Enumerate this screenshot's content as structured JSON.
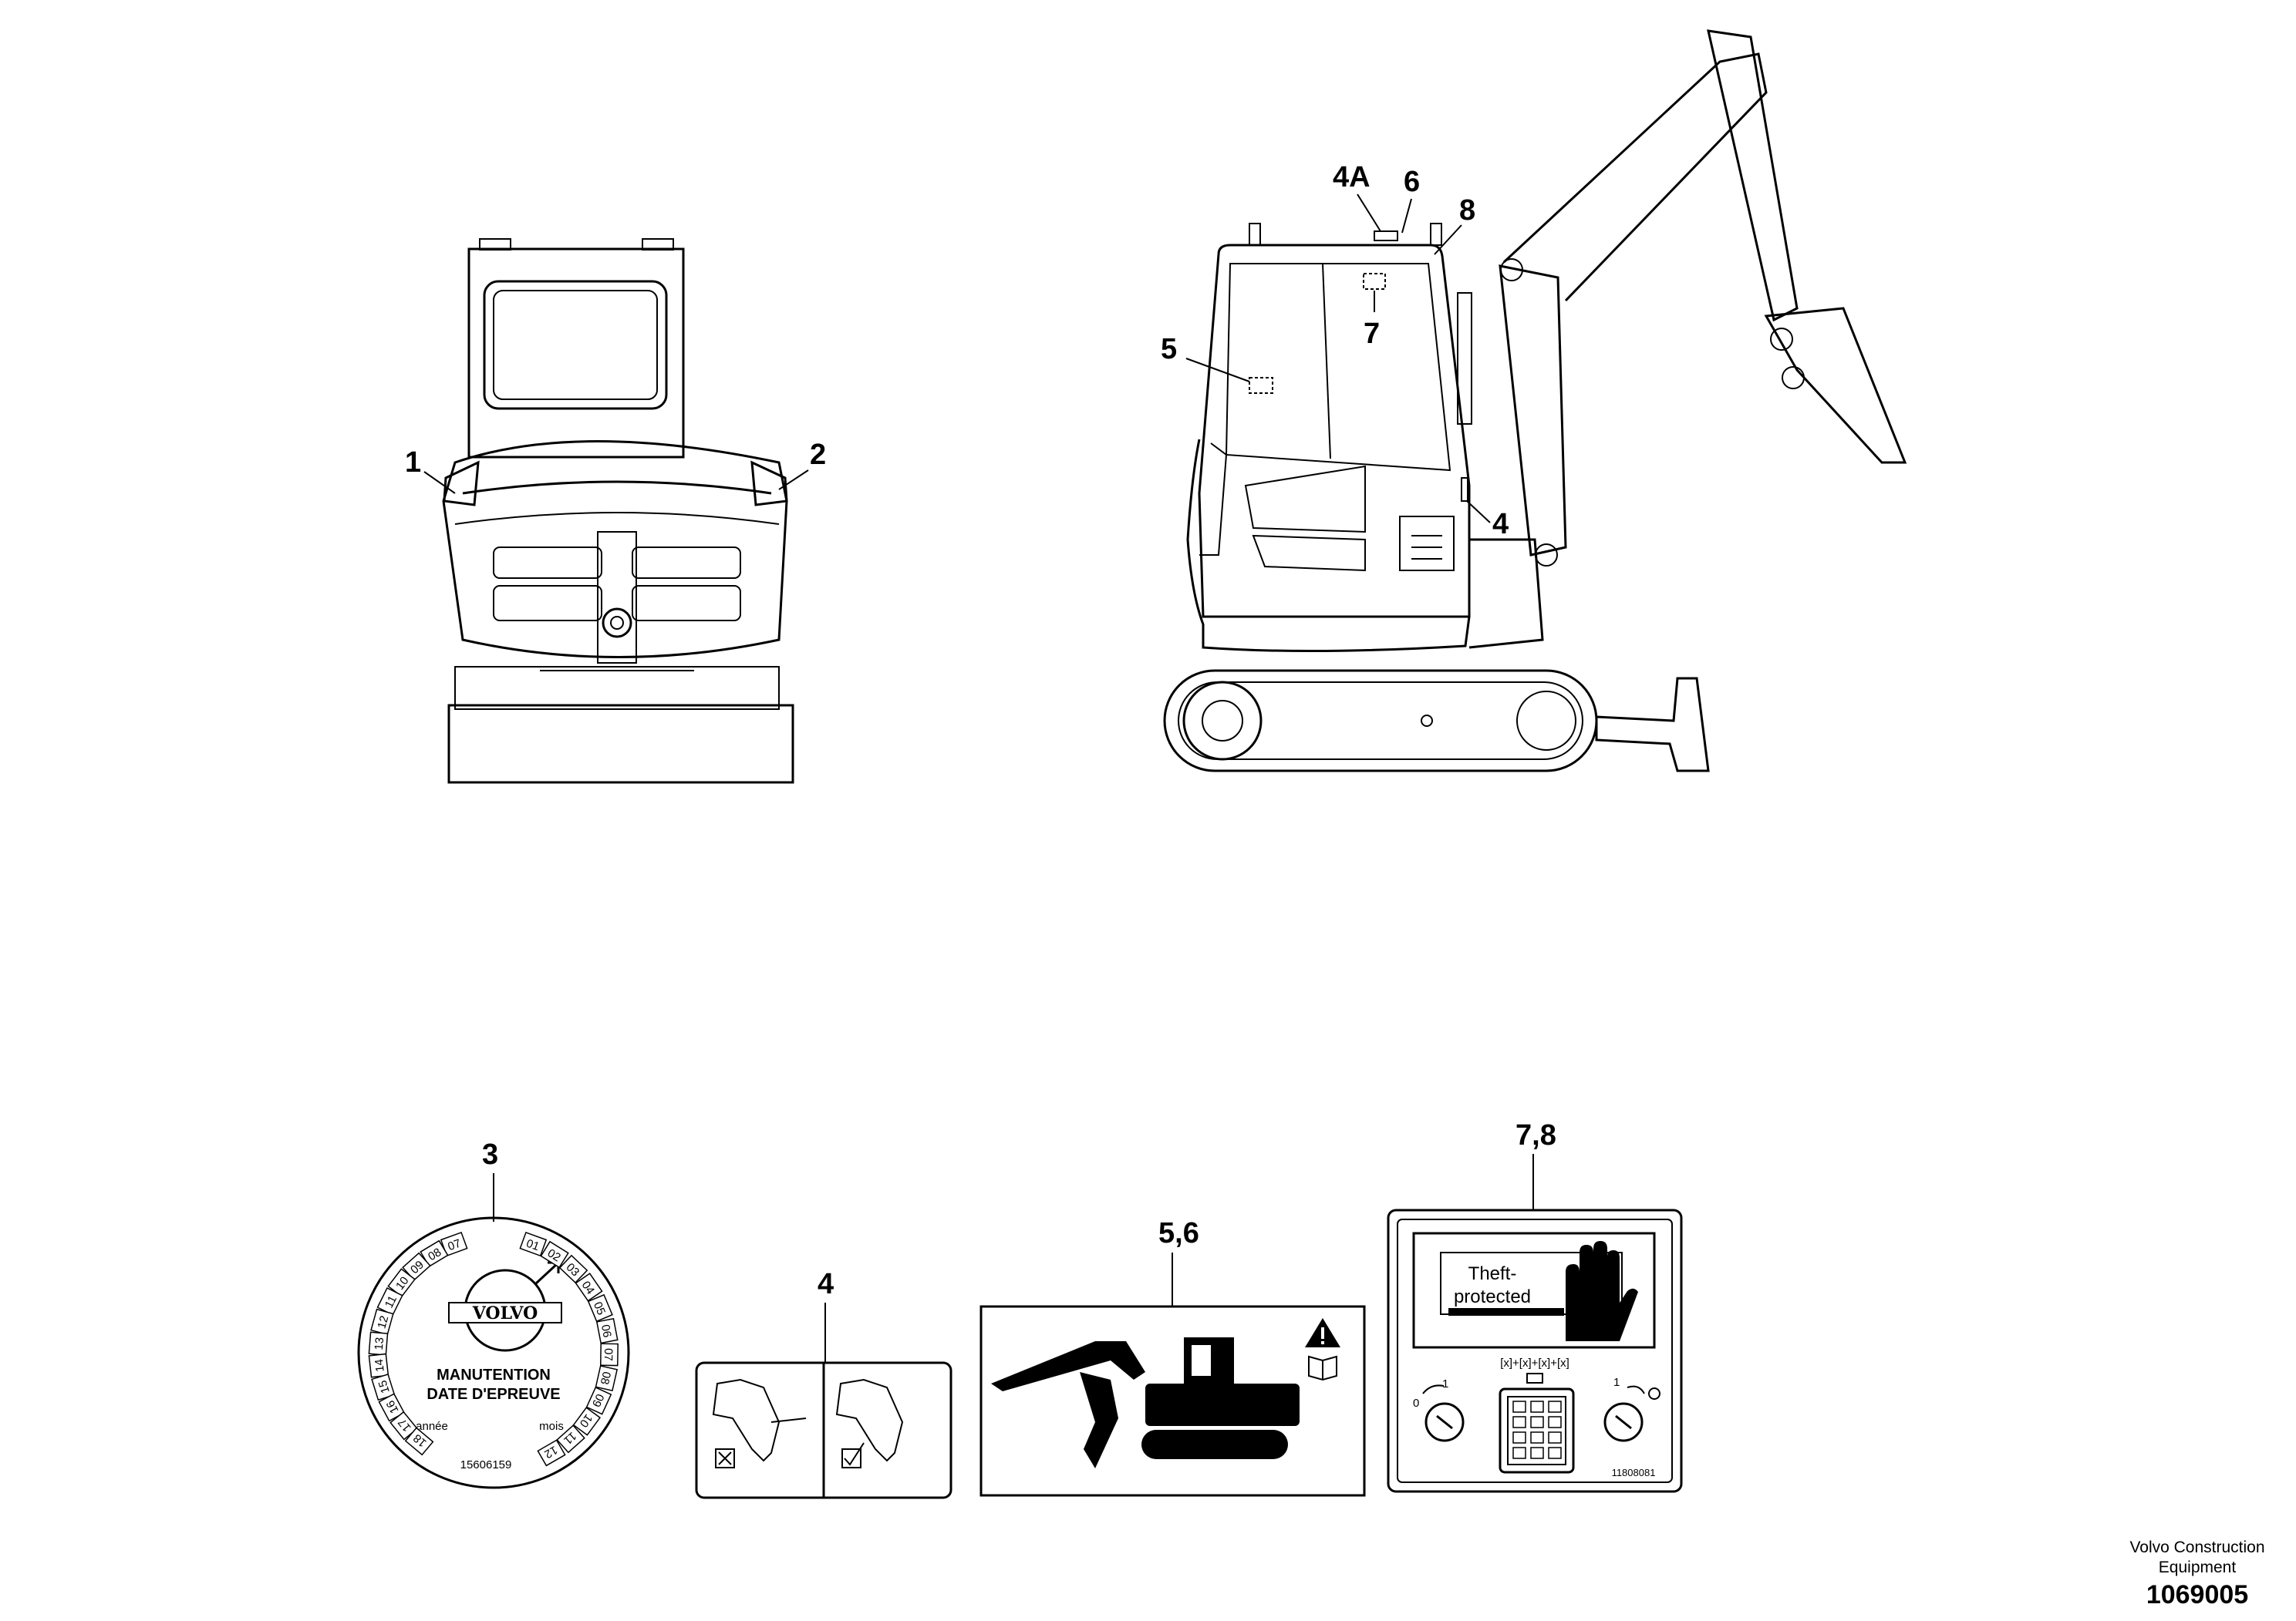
{
  "callouts": {
    "c1": "1",
    "c2": "2",
    "c3": "3",
    "c4": "4",
    "c4a": "4A",
    "c5": "5",
    "c6": "6",
    "c7": "7",
    "c8": "8",
    "c4_decal": "4",
    "c56_decal": "5,6",
    "c78_decal": "7,8"
  },
  "decal3": {
    "title_line1": "MANUTENTION",
    "title_line2": "DATE D'EPREUVE",
    "brand": "VOLVO",
    "year_label": "année",
    "month_label": "mois",
    "part_number": "15606159",
    "left_numbers": [
      "07",
      "08",
      "09",
      "10",
      "11",
      "12",
      "13",
      "14",
      "15",
      "16",
      "17",
      "18"
    ],
    "right_numbers": [
      "01",
      "02",
      "03",
      "04",
      "05",
      "06",
      "07",
      "08",
      "09",
      "10",
      "11",
      "12"
    ]
  },
  "decal78": {
    "line1": "Theft-",
    "line2": "protected",
    "part_number": "11808081",
    "code_label": "[x]+[x]+[x]+[x]",
    "key_left_0": "0",
    "key_left_1": "1",
    "key_right_1": "1"
  },
  "footer": {
    "brand_line1": "Volvo Construction",
    "brand_line2": "Equipment",
    "drawing_number": "1069005"
  }
}
